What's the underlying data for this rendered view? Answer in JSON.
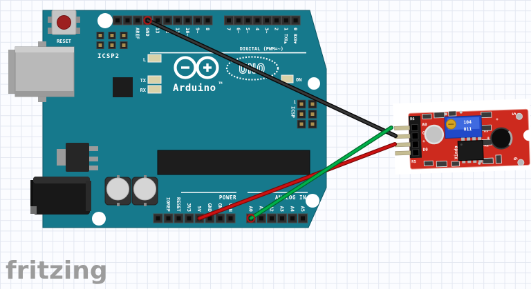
{
  "app": {
    "watermark": "fritzing"
  },
  "colors": {
    "background": "#fbfcff",
    "grid_line": "#e3e7f1",
    "board": "#16798c",
    "module_pcb": "#cd2a1e",
    "silkscreen": "#ffffff",
    "wire_black": "#383838",
    "wire_black_edge": "#0a0a0a",
    "wire_green": "#00b04a",
    "wire_green_edge": "#00662a",
    "wire_red": "#cc1111",
    "wire_red_edge": "#7a0808",
    "connection_ring": "#b21212"
  },
  "arduino": {
    "digital_caption": "DIGITAL (PWM=~)",
    "digital_left_labels": [
      "",
      "",
      "AREF",
      "GND",
      "13",
      "12",
      "11~",
      "10~",
      "9~",
      "8"
    ],
    "digital_right_labels": [
      "7",
      "6~",
      "5~",
      "4",
      "3~",
      "2",
      "1",
      "0"
    ],
    "tx_label": "TX0▲",
    "rx_label": "RX0▼",
    "power_caption": "POWER",
    "power_labels": [
      "",
      "IOREF",
      "RESET",
      "3V3",
      "5V",
      "GND",
      "GND",
      "VIN"
    ],
    "analog_caption": "ANALOG IN",
    "analog_labels": [
      "A0",
      "A1",
      "A2",
      "A3",
      "A4",
      "A5"
    ],
    "icsp2_label": "ICSP2",
    "icsp_label": "ICSP",
    "icsp_pin1": "1",
    "reset_label": "RESET",
    "led_l": "L",
    "led_tx": "TX",
    "led_rx": "RX",
    "led_on": "ON",
    "brand": "Arduino",
    "brand_tm": "TM",
    "model": "UNO"
  },
  "module": {
    "pin_labels": [
      "A0",
      "G",
      "+",
      "D0"
    ],
    "ref_r6": "R6",
    "ref_r5": "R5",
    "ref_r3": "R3",
    "ref_r2": "R2",
    "pot_value_top": "104",
    "pot_value_bottom": "011",
    "brand": "Xinda",
    "label_s": "S",
    "label_g": "G",
    "label_plus_mic": "+",
    "label_plus_top": "+"
  }
}
